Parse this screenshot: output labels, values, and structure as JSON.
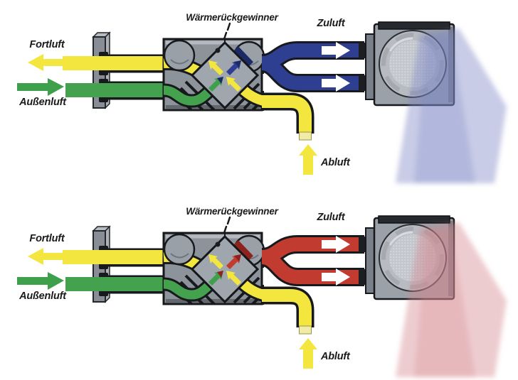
{
  "figure": {
    "background": "#ffffff",
    "shared_colors": {
      "extract_air_yellow": "#f2e63f",
      "outdoor_air_green": "#3fa04c",
      "casing_black": "#17191c",
      "housing_gray": "#8d939b",
      "housing_gray_light": "#b6bac0",
      "fan_face_gray": "#c7cad0",
      "label_text": "#1a1a1a",
      "flow_arrow_white": "#ffffff"
    }
  },
  "diagrams": [
    {
      "accent_name": "blue",
      "labels": {
        "heat_recovery": "Wärmerückgewinner",
        "supply_air": "Zuluft",
        "exhaust_air": "Fortluft",
        "outdoor_air": "Außenluft",
        "extract_air": "Abluft"
      },
      "colors": {
        "pipe": "#2e3f92",
        "pipe_dark": "#1c2a66",
        "beam": "#7b86c4"
      }
    },
    {
      "accent_name": "red",
      "labels": {
        "heat_recovery": "Wärmerückgewinner",
        "supply_air": "Zuluft",
        "exhaust_air": "Fortluft",
        "outdoor_air": "Außenluft",
        "extract_air": "Abluft"
      },
      "colors": {
        "pipe": "#c23b30",
        "pipe_dark": "#8c231c",
        "beam": "#d4868d"
      }
    }
  ]
}
